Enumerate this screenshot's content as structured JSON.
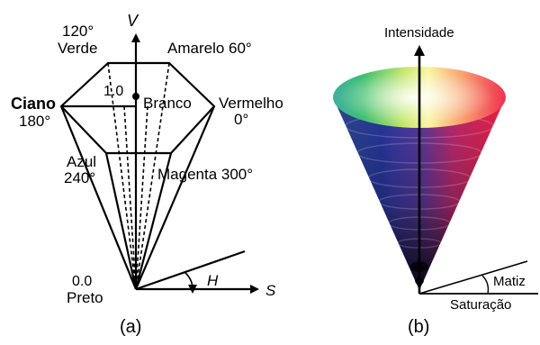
{
  "left_diagram": {
    "axis_v_label": "V",
    "axis_s_label": "S",
    "hue_angle_label": "H",
    "caption": "(a)",
    "vertices": {
      "green_degree": "120°",
      "green": "Verde",
      "yellow": "Amarelo 60°",
      "cyan": "Ciano",
      "cyan_degree": "180°",
      "red": "Vermelho",
      "red_degree": "0°",
      "white_value": "1.0",
      "white": "Branco",
      "blue": "Azul",
      "blue_degree": "240°",
      "magenta": "Magenta 300°",
      "black_value": "0.0",
      "black": "Preto"
    }
  },
  "right_diagram": {
    "intensity_label": "Intensidade",
    "hue_label": "Matiz",
    "saturation_label": "Saturação",
    "caption": "(b)"
  }
}
